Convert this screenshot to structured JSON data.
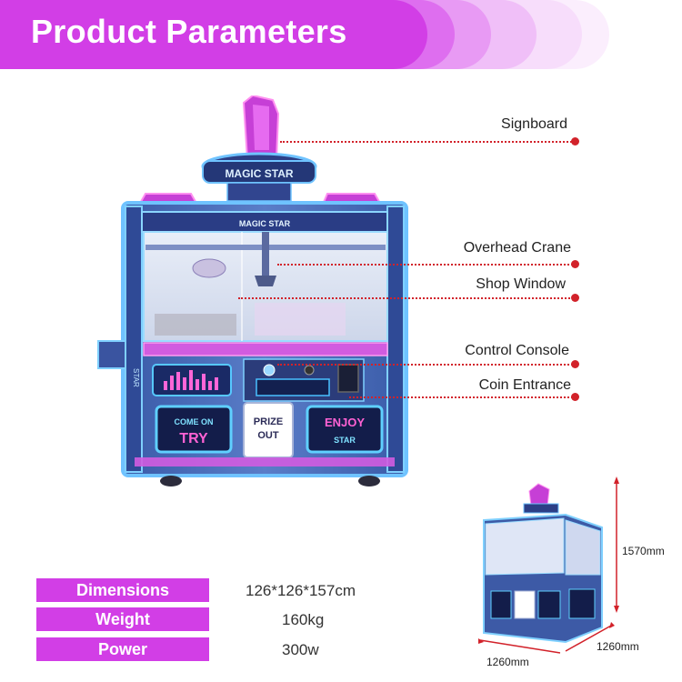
{
  "header": {
    "title": "Product Parameters"
  },
  "callouts": [
    {
      "label": "Signboard"
    },
    {
      "label": "Overhead Crane"
    },
    {
      "label": "Shop Window"
    },
    {
      "label": "Control Console"
    },
    {
      "label": "Coin Entrance"
    }
  ],
  "machine": {
    "sign_text": "MAGIC STAR",
    "sub_sign_text": "MAGIC STAR",
    "left_screen_text_1": "COME ON",
    "left_screen_text_2": "TRY",
    "center_button_text_1": "PRIZE",
    "center_button_text_2": "OUT",
    "right_screen_text_1": "ENJOY",
    "right_screen_text_2": "STAR",
    "side_text": "STAR"
  },
  "specs": [
    {
      "label": "Dimensions",
      "value": "126*126*157cm"
    },
    {
      "label": "Weight",
      "value": "160kg"
    },
    {
      "label": "Power",
      "value": "300w"
    }
  ],
  "dimensions": {
    "height": "1570mm",
    "depth": "1260mm",
    "width": "1260mm"
  },
  "colors": {
    "accent": "#d23ee6",
    "callout_red": "#d2222a",
    "neon_blue": "#5fb8ff",
    "neon_pink": "#ff4fd8"
  }
}
